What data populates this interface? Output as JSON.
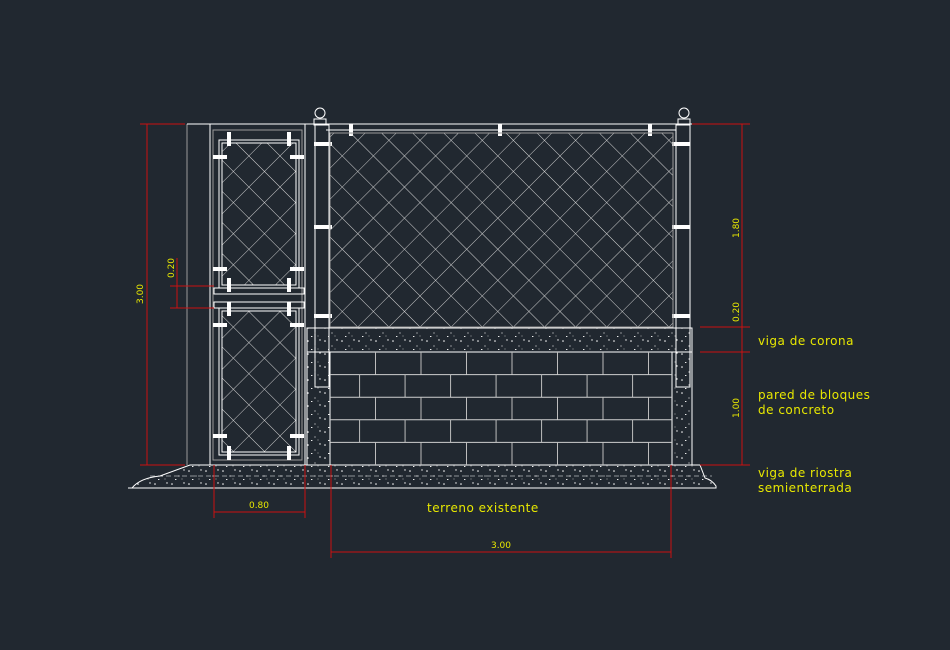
{
  "colors": {
    "background": "#212830",
    "lines": "#ffffff",
    "dimension": "#cc1111",
    "text": "#e8e800",
    "secondary": "#9a9a9a"
  },
  "dimensions": {
    "total_height": "3.00",
    "gate_gap": "0.20",
    "gate_width": "0.80",
    "fence_width": "3.00",
    "mesh_height": "1.80",
    "beam_height": "0.20",
    "wall_height": "1.00"
  },
  "labels": {
    "viga_corona": "viga de corona",
    "pared_line1": "pared de bloques",
    "pared_line2": "de concreto",
    "riostra_line1": "viga de riostra",
    "riostra_line2": "semienterrada",
    "terreno": "terreno existente"
  }
}
